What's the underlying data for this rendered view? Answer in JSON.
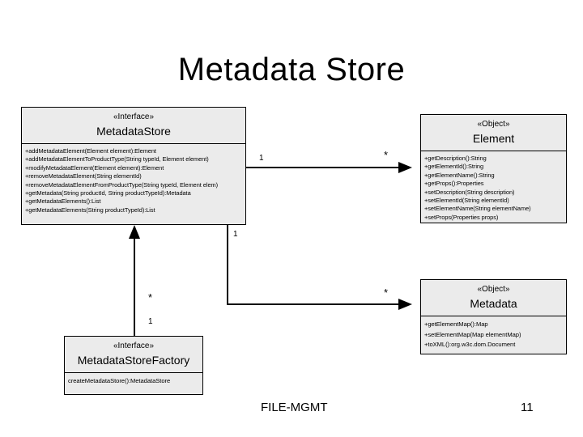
{
  "slide": {
    "title": "Metadata Store",
    "footer_label": "FILE-MGMT",
    "page_number": "11"
  },
  "colors": {
    "box_fill": "#ebebeb",
    "stroke": "#000000",
    "background": "#ffffff"
  },
  "classes": {
    "metadatastore": {
      "stereotype": "«Interface»",
      "name": "MetadataStore",
      "members": [
        "+addMetadataElement(Element element):Element",
        "+addMetadataElementToProductType(String typeId, Element element)",
        "+modifyMetadataElement(Element element):Element",
        "+removeMetadataElement(String elementId)",
        "+removeMetadataElementFromProductType(String typeId, Element elem)",
        "+getMetadata(String productId, String productTypeId):Metadata",
        "+getMetadataElements():List",
        "+getMetadataElements(String productTypeId):List"
      ]
    },
    "element": {
      "stereotype": "«Object»",
      "name": "Element",
      "members": [
        "+getDescription():String",
        "+getElementId():String",
        "+getElementName():String",
        "+getProps():Properties",
        "+setDescription(String description)",
        "+setElementId(String elementId)",
        "+setElementName(String elementName)",
        "+setProps(Properties props)"
      ]
    },
    "metadata": {
      "stereotype": "«Object»",
      "name": "Metadata",
      "members": [
        "+getElementMap():Map",
        "+setElementMap(Map elementMap)",
        "+toXML():org.w3c.dom.Document"
      ]
    },
    "factory": {
      "stereotype": "«Interface»",
      "name": "MetadataStoreFactory",
      "members": [
        "createMetadataStore():MetadataStore"
      ]
    }
  },
  "connectors": {
    "store_to_element": {
      "source_multiplicity": "1",
      "target_multiplicity": "*"
    },
    "store_to_metadata": {
      "source_multiplicity": "1",
      "target_multiplicity": "*"
    },
    "factory_to_store": {
      "source_multiplicity": "1",
      "target_multiplicity": "*"
    }
  }
}
